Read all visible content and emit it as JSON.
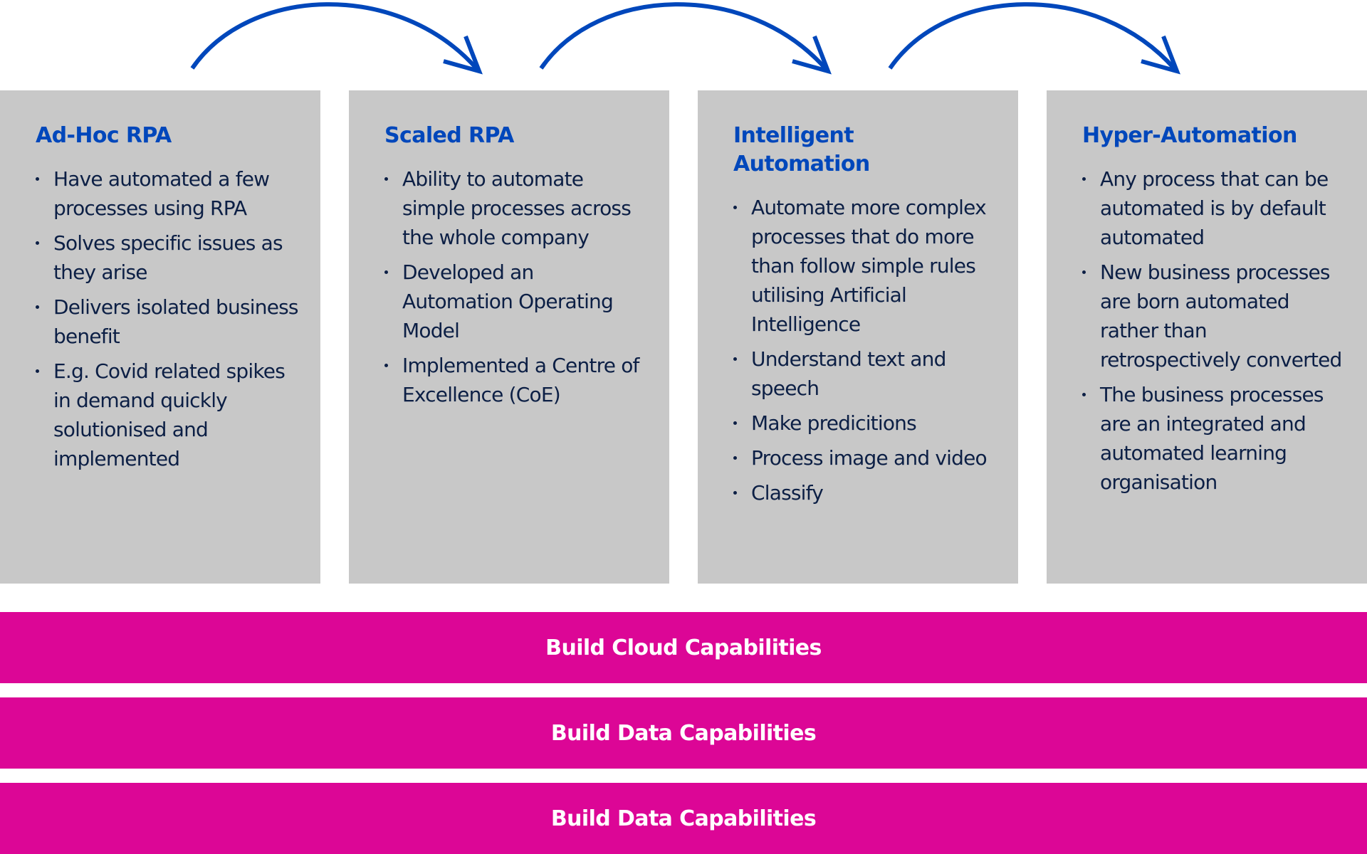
{
  "colors": {
    "arrow": "#0047BB",
    "card_background": "#C8C8C8",
    "card_title": "#0047BB",
    "body_text": "#0C1F45",
    "band_background": "#DC0696",
    "band_text": "#FFFFFF"
  },
  "stages": [
    {
      "title": "Ad-Hoc RPA",
      "bullets": [
        "Have automated a few processes using RPA",
        "Solves specific issues as they arise",
        "Delivers isolated business benefit",
        "E.g. Covid related spikes in demand quickly solutionised and implemented"
      ]
    },
    {
      "title": "Scaled RPA",
      "bullets": [
        "Ability to automate simple processes across the whole company",
        "Developed an Automation Operating Model",
        "Implemented a Centre of Excellence (CoE)"
      ]
    },
    {
      "title": "Intelligent Automation",
      "bullets": [
        "Automate more complex processes that do more than follow simple rules utilising Artificial Intelligence",
        "Understand text and speech",
        "Make predicitions",
        "Process image and video",
        "Classify"
      ]
    },
    {
      "title": "Hyper-Automation",
      "bullets": [
        "Any process that can be automated is by default automated",
        "New business processes are born automated rather than retrospectively converted",
        "The business processes are an integrated and automated learning organisation"
      ]
    }
  ],
  "arrows": [
    {
      "from": "Ad-Hoc RPA",
      "to": "Scaled RPA",
      "icon": "curved-arrow-right"
    },
    {
      "from": "Scaled RPA",
      "to": "Intelligent Automation",
      "icon": "curved-arrow-right"
    },
    {
      "from": "Intelligent Automation",
      "to": "Hyper-Automation",
      "icon": "curved-arrow-right"
    }
  ],
  "bands": [
    {
      "label": "Build Cloud Capabilities"
    },
    {
      "label": "Build Data Capabilities"
    },
    {
      "label": "Build Data Capabilities"
    }
  ]
}
